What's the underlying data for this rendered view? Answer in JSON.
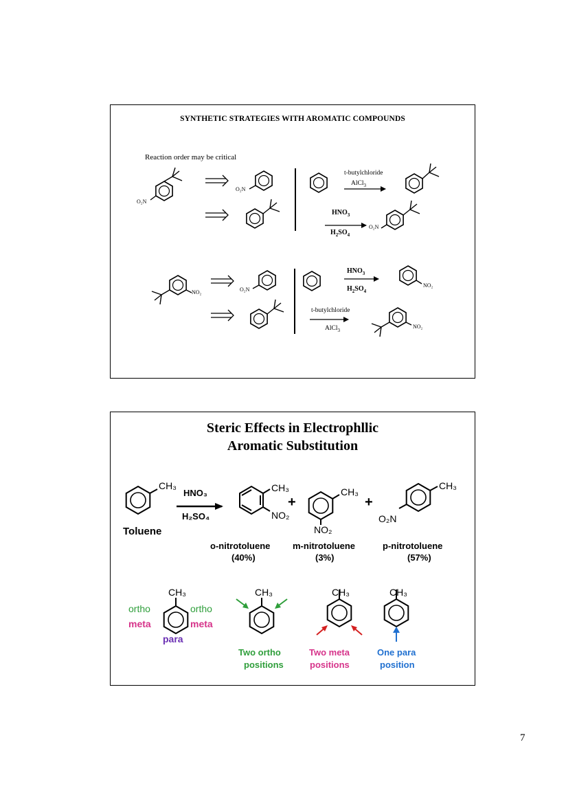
{
  "slide1": {
    "title": "SYNTHETIC STRATEGIES WITH AROMATIC COMPOUNDS",
    "note": "Reaction order may be critical",
    "reagents": {
      "tbutyl_1": "t-butylchloride",
      "alcl3_1": "AlCl",
      "alcl3_1_sub": "3",
      "hno3_1": "HNO",
      "hno3_1_sub": "3",
      "h2so4_1": "H",
      "h2so4_1_sub": "2",
      "h2so4_1_tail": "SO",
      "h2so4_1_sub2": "4",
      "hno3_2": "HNO",
      "hno3_2_sub": "3",
      "h2so4_2": "H",
      "h2so4_2_sub": "2",
      "h2so4_2_tail": "SO",
      "h2so4_2_sub2": "4",
      "tbutyl_2": "t-butylchloride",
      "alcl3_2": "AlCl",
      "alcl3_2_sub": "3"
    },
    "groups": {
      "o2n": "O₂N",
      "no2": "NO₂"
    }
  },
  "slide2": {
    "title_line1": "Steric Effects in Electrophllic",
    "title_line2": "Aromatic Substitution",
    "ch3": "CH₃",
    "no2": "NO₂",
    "o2n": "O₂N",
    "reagent_top": "HNO₃",
    "reagent_bottom": "H₂SO₄",
    "plus": "+",
    "toluene": "Toluene",
    "ortho_name": "o-nitrotoluene",
    "ortho_pct": "(40%)",
    "meta_name": "m-nitrotoluene",
    "meta_pct": "(3%)",
    "para_name": "p-nitrotoluene",
    "para_pct": "(57%)",
    "label_ortho": "ortho",
    "label_meta": "meta",
    "label_para": "para",
    "cap_ortho_1": "Two ortho",
    "cap_ortho_2": "positions",
    "cap_meta_1": "Two meta",
    "cap_meta_2": "positions",
    "cap_para_1": "One para",
    "cap_para_2": "position",
    "colors": {
      "green": "#2e9e3a",
      "magenta": "#d6338a",
      "purple": "#6a2fb3",
      "red": "#d42020",
      "blue": "#2070d0"
    }
  },
  "page_number": "7"
}
